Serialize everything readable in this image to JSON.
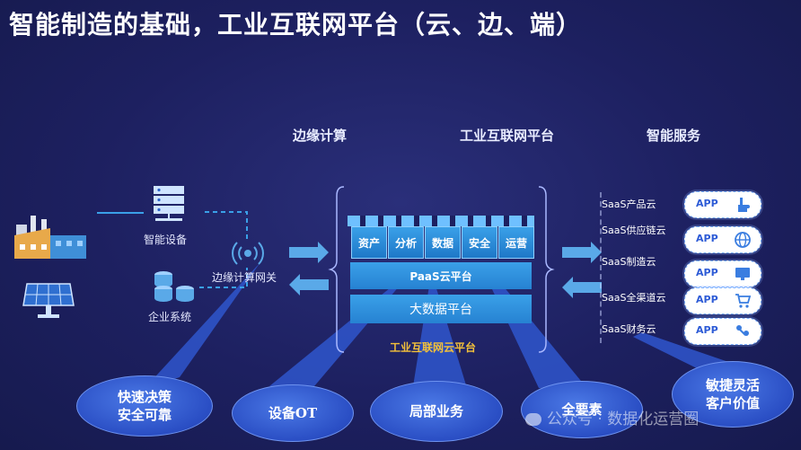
{
  "title": "智能制造的基础，工业互联网平台（云、边、端）",
  "sections": {
    "edge": "边缘计算",
    "platform": "工业互联网平台",
    "services": "智能服务"
  },
  "left": {
    "smart_device": "智能设备",
    "enterprise_system": "企业系统",
    "edge_gateway": "边缘计算网关"
  },
  "platform": {
    "tiles": [
      "资产",
      "分析",
      "数据",
      "安全",
      "运营"
    ],
    "paas": "PaaS云平台",
    "bigdata": "大数据平台",
    "caption": "工业互联网云平台"
  },
  "saas": [
    {
      "label": "SaaS产品云",
      "app": "APP",
      "icon": "hand-icon"
    },
    {
      "label": "SaaS供应链云",
      "app": "APP",
      "icon": "globe-icon"
    },
    {
      "label": "SaaS制造云",
      "app": "APP",
      "icon": "monitor-icon"
    },
    {
      "label": "SaaS全渠道云",
      "app": "APP",
      "icon": "cart-icon"
    },
    {
      "label": "SaaS财务云",
      "app": "APP",
      "icon": "people-icon"
    }
  ],
  "bubbles": {
    "b1": "快速决策\n安全可靠",
    "b2": "设备OT",
    "b3": "局部业务",
    "b4": "全要素",
    "b5": "敏捷灵活\n客户价值"
  },
  "watermark": "公众号 · 数据化运营圈",
  "colors": {
    "background": "#1d2060",
    "tile": "#2a8ad8",
    "bubble": "#3a63d6",
    "arrow": "#5aa9e8"
  }
}
